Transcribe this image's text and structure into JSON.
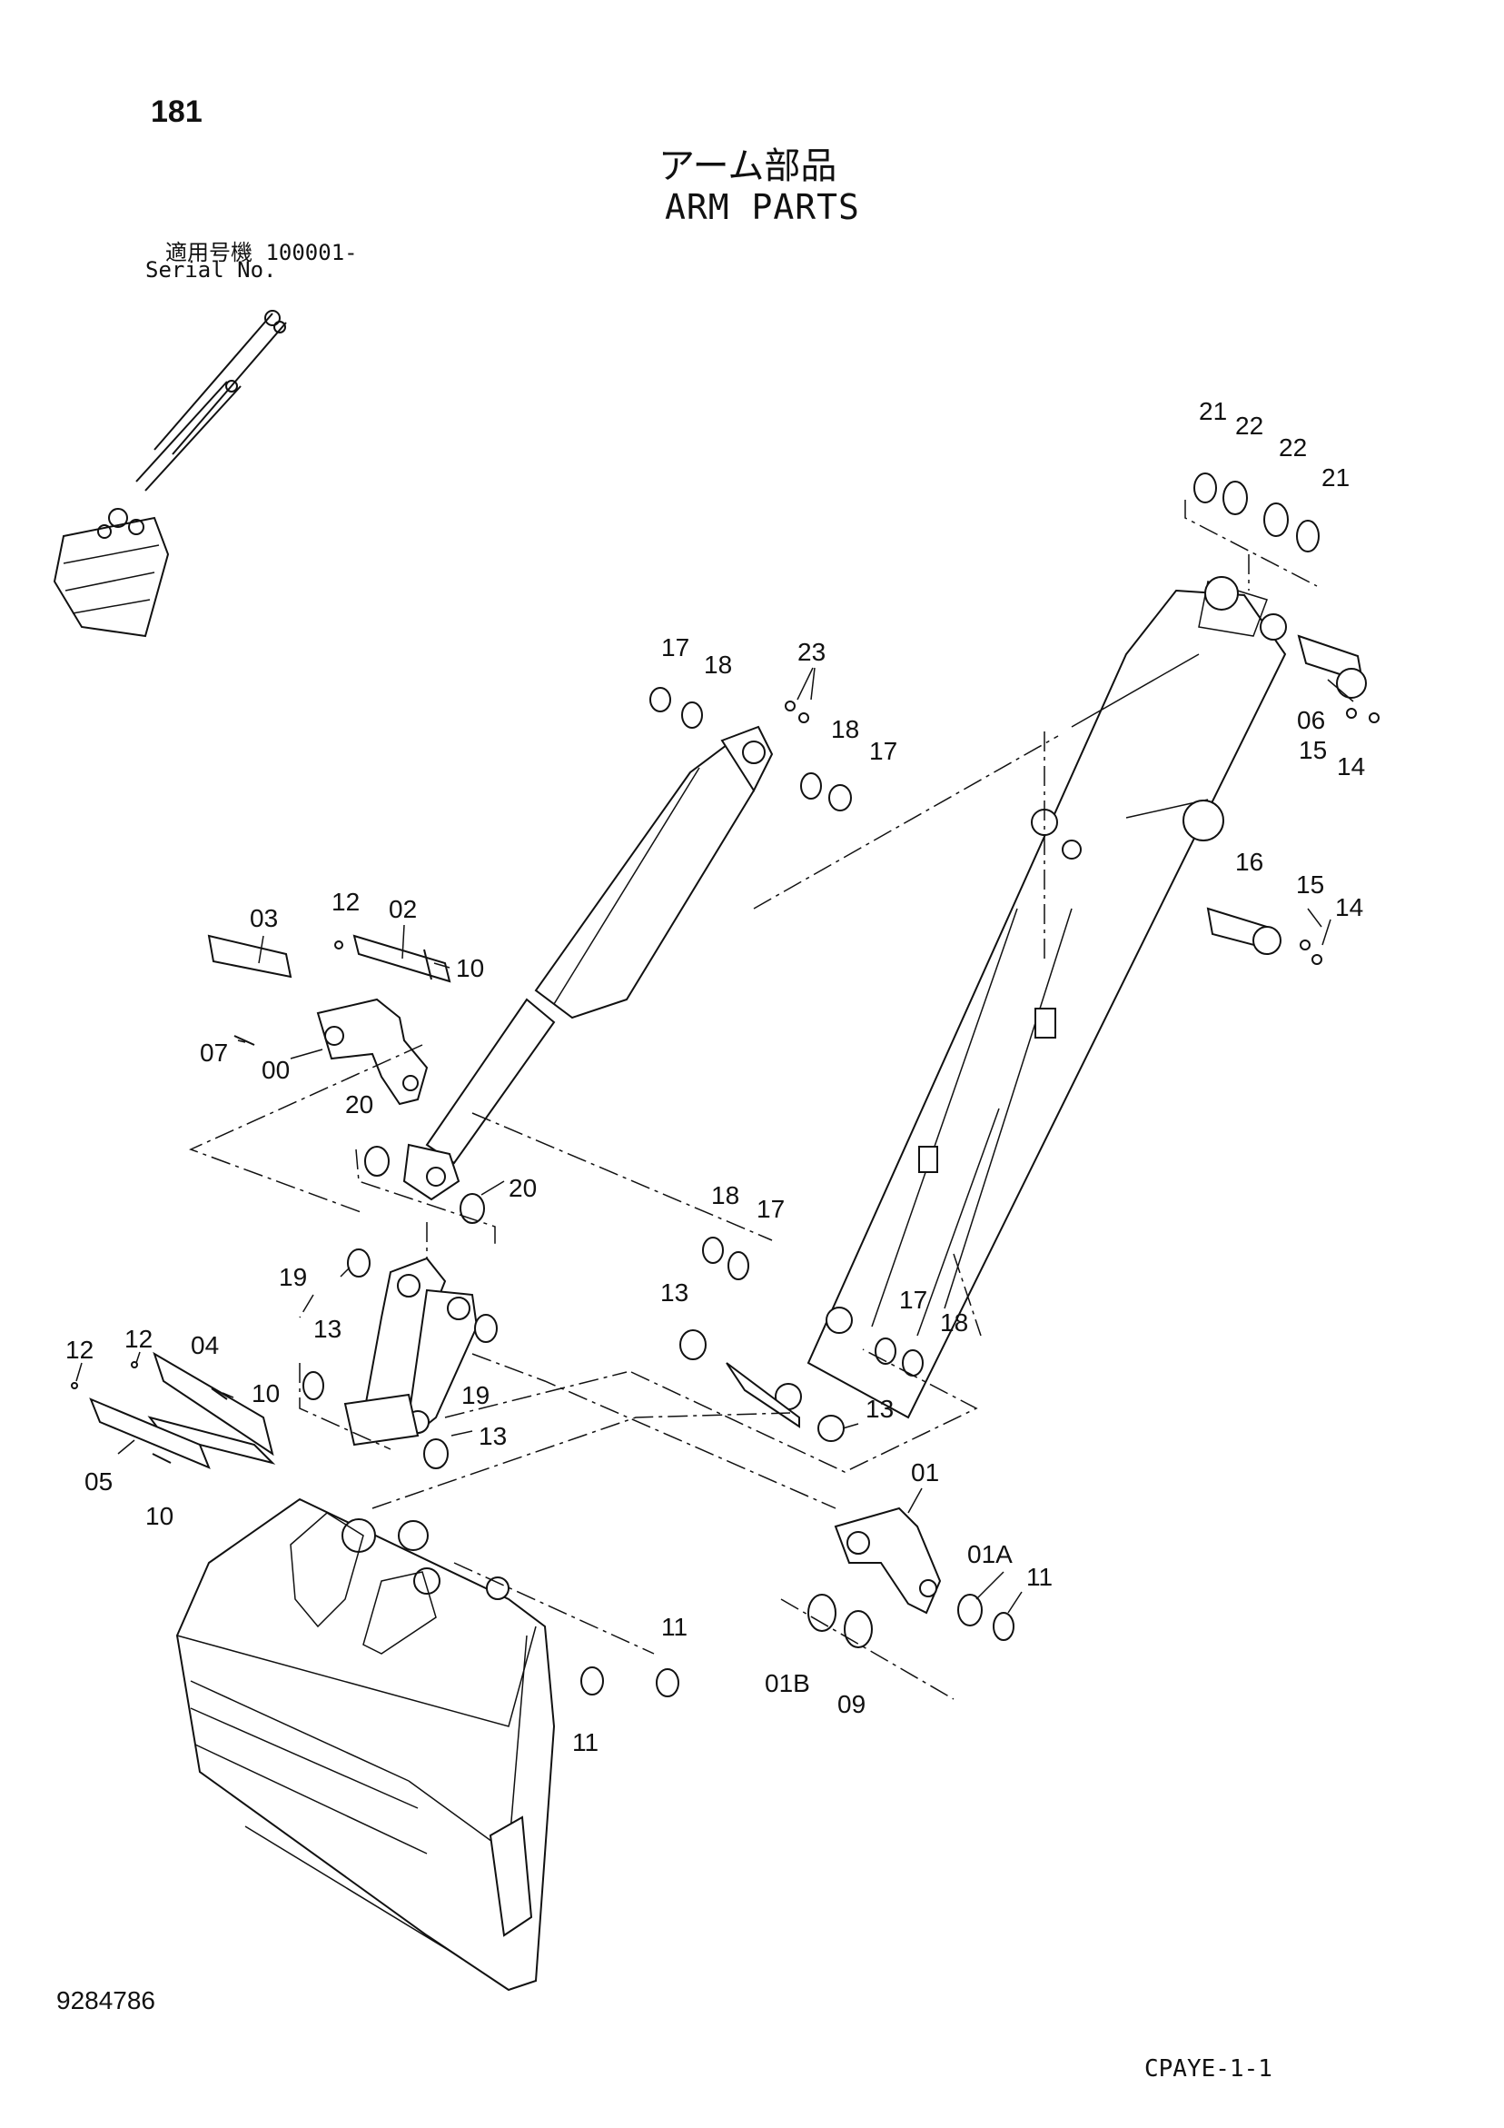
{
  "header": {
    "page_number": "181",
    "title_jp": "アーム部品",
    "title_en": "ARM PARTS",
    "serial_jp": "適用号機  100001-",
    "serial_en": "Serial No."
  },
  "footer": {
    "drawing_number": "9284786",
    "sheet_code": "CPAYE-1-1"
  },
  "callouts": [
    "21",
    "22",
    "22",
    "21",
    "17",
    "18",
    "23",
    "18",
    "17",
    "06",
    "15",
    "14",
    "16",
    "15",
    "14",
    "03",
    "12",
    "02",
    "10",
    "07",
    "00",
    "20",
    "20",
    "18",
    "17",
    "19",
    "13",
    "19",
    "13",
    "13",
    "17",
    "18",
    "13",
    "12",
    "12",
    "04",
    "10",
    "05",
    "10",
    "01",
    "01A",
    "11",
    "01B",
    "09",
    "11",
    "11"
  ]
}
